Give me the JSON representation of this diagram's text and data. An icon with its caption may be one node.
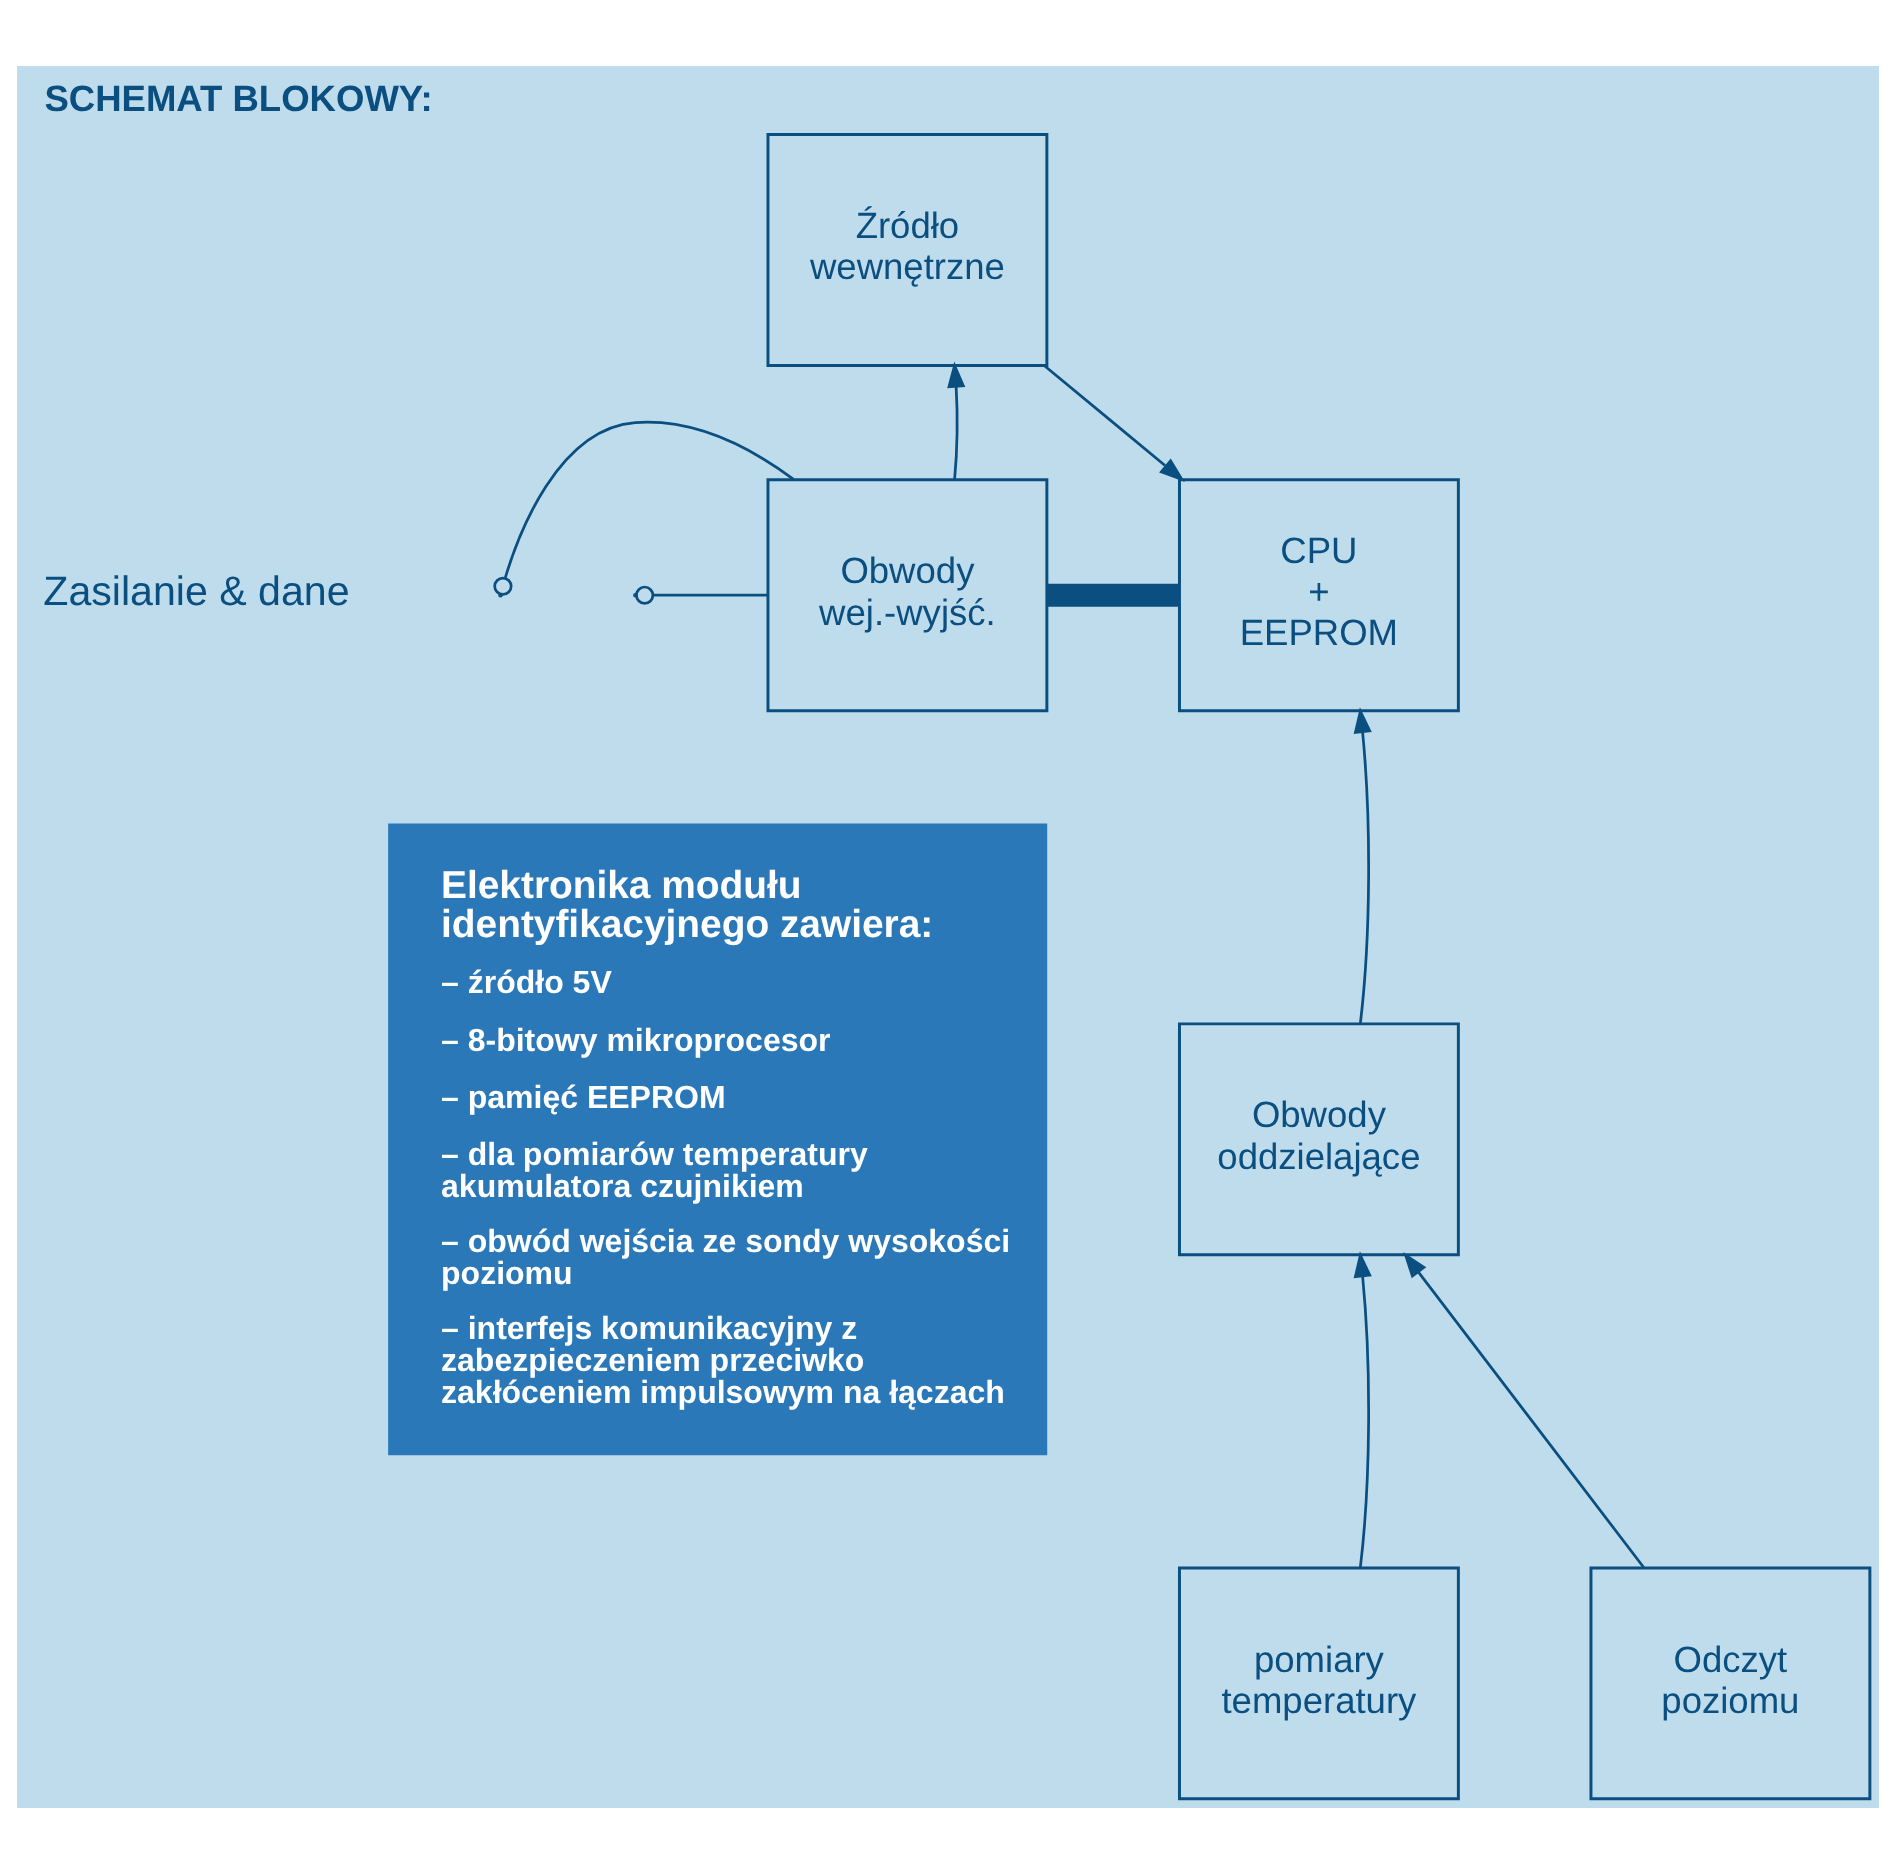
{
  "diagram": {
    "title": "SCHEMAT BLOKOWY:",
    "nodes": [
      {
        "text": [
          "Źródło wewnętrzne"
        ]
      },
      {
        "text": [
          "Obwody wej.-wyjść."
        ]
      },
      {
        "text": [
          "CPU + EEPROM"
        ]
      },
      {
        "text": [
          "Obwody oddzielające"
        ]
      },
      {
        "text": [
          "pomiary temperatury"
        ]
      },
      {
        "text": [
          "Odczyt poziomu"
        ]
      },
      {
        "text": [
          "Elektronika modułu identyfikacyjnego zawiera:",
          "– źródło 5V",
          "– 8-bitowy mikroprocesor",
          "– pamięć EEPROM",
          "– dla pomiarów temperatury akumulatora czujnikiem",
          "– obwód wejścia ze sondy wysokości poziomu",
          "– interfejs komunikacyjny z zabezpieczeniem przeciwko zakłóceniem impulsowym na łączach"
        ]
      }
    ],
    "edges": [
      {
        "from": 1,
        "to": 0,
        "arrow": "to"
      },
      {
        "from": 0,
        "to": 2,
        "arrow": "to"
      },
      {
        "from": 1,
        "to": 2,
        "arrow": "none",
        "style": "thick",
        "color": "#0a4f80"
      },
      {
        "from": 3,
        "to": 2,
        "arrow": "to"
      },
      {
        "from": 4,
        "to": 3,
        "arrow": "to"
      },
      {
        "from": 5,
        "to": 3,
        "arrow": "to"
      },
      {
        "from": null,
        "to": 1,
        "arrow": "other"
      },
      {
        "from": null,
        "to": 1,
        "arrow": "other"
      }
    ],
    "labels": [
      "Zasilanie & dane"
    ]
  }
}
